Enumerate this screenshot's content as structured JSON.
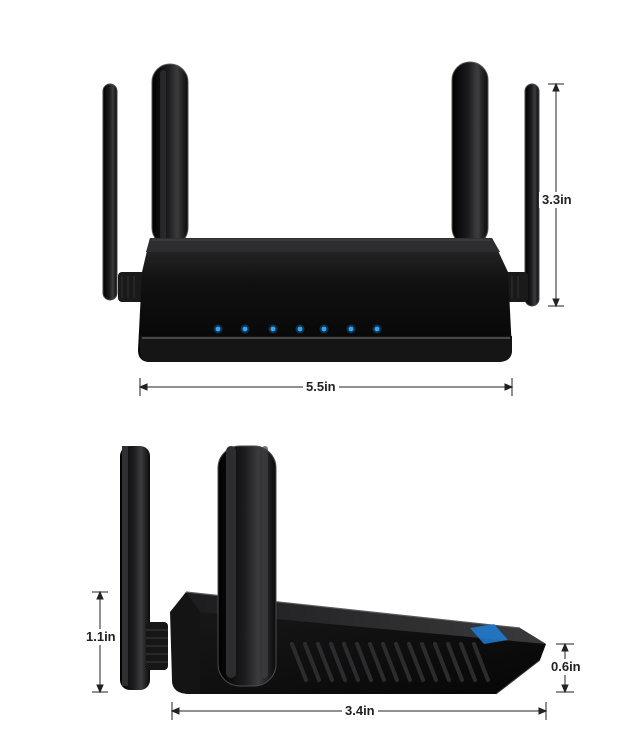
{
  "dimensions": {
    "front_height": "3.3in",
    "front_width": "5.5in",
    "side_height": "1.1in",
    "side_front_height": "0.6in",
    "side_depth": "3.4in"
  },
  "colors": {
    "body": "#0c0c0d",
    "body_edge": "#3a3a3c",
    "led": "#2aa8ff",
    "dimension_line": "#222222"
  },
  "leds": [
    {
      "icon": "power-icon"
    },
    {
      "icon": "wifi-icon"
    },
    {
      "icon": "wifi-icon"
    },
    {
      "icon": "lan-icon"
    },
    {
      "icon": "lan-icon"
    },
    {
      "icon": "lan-icon"
    },
    {
      "icon": "wan-icon"
    }
  ]
}
